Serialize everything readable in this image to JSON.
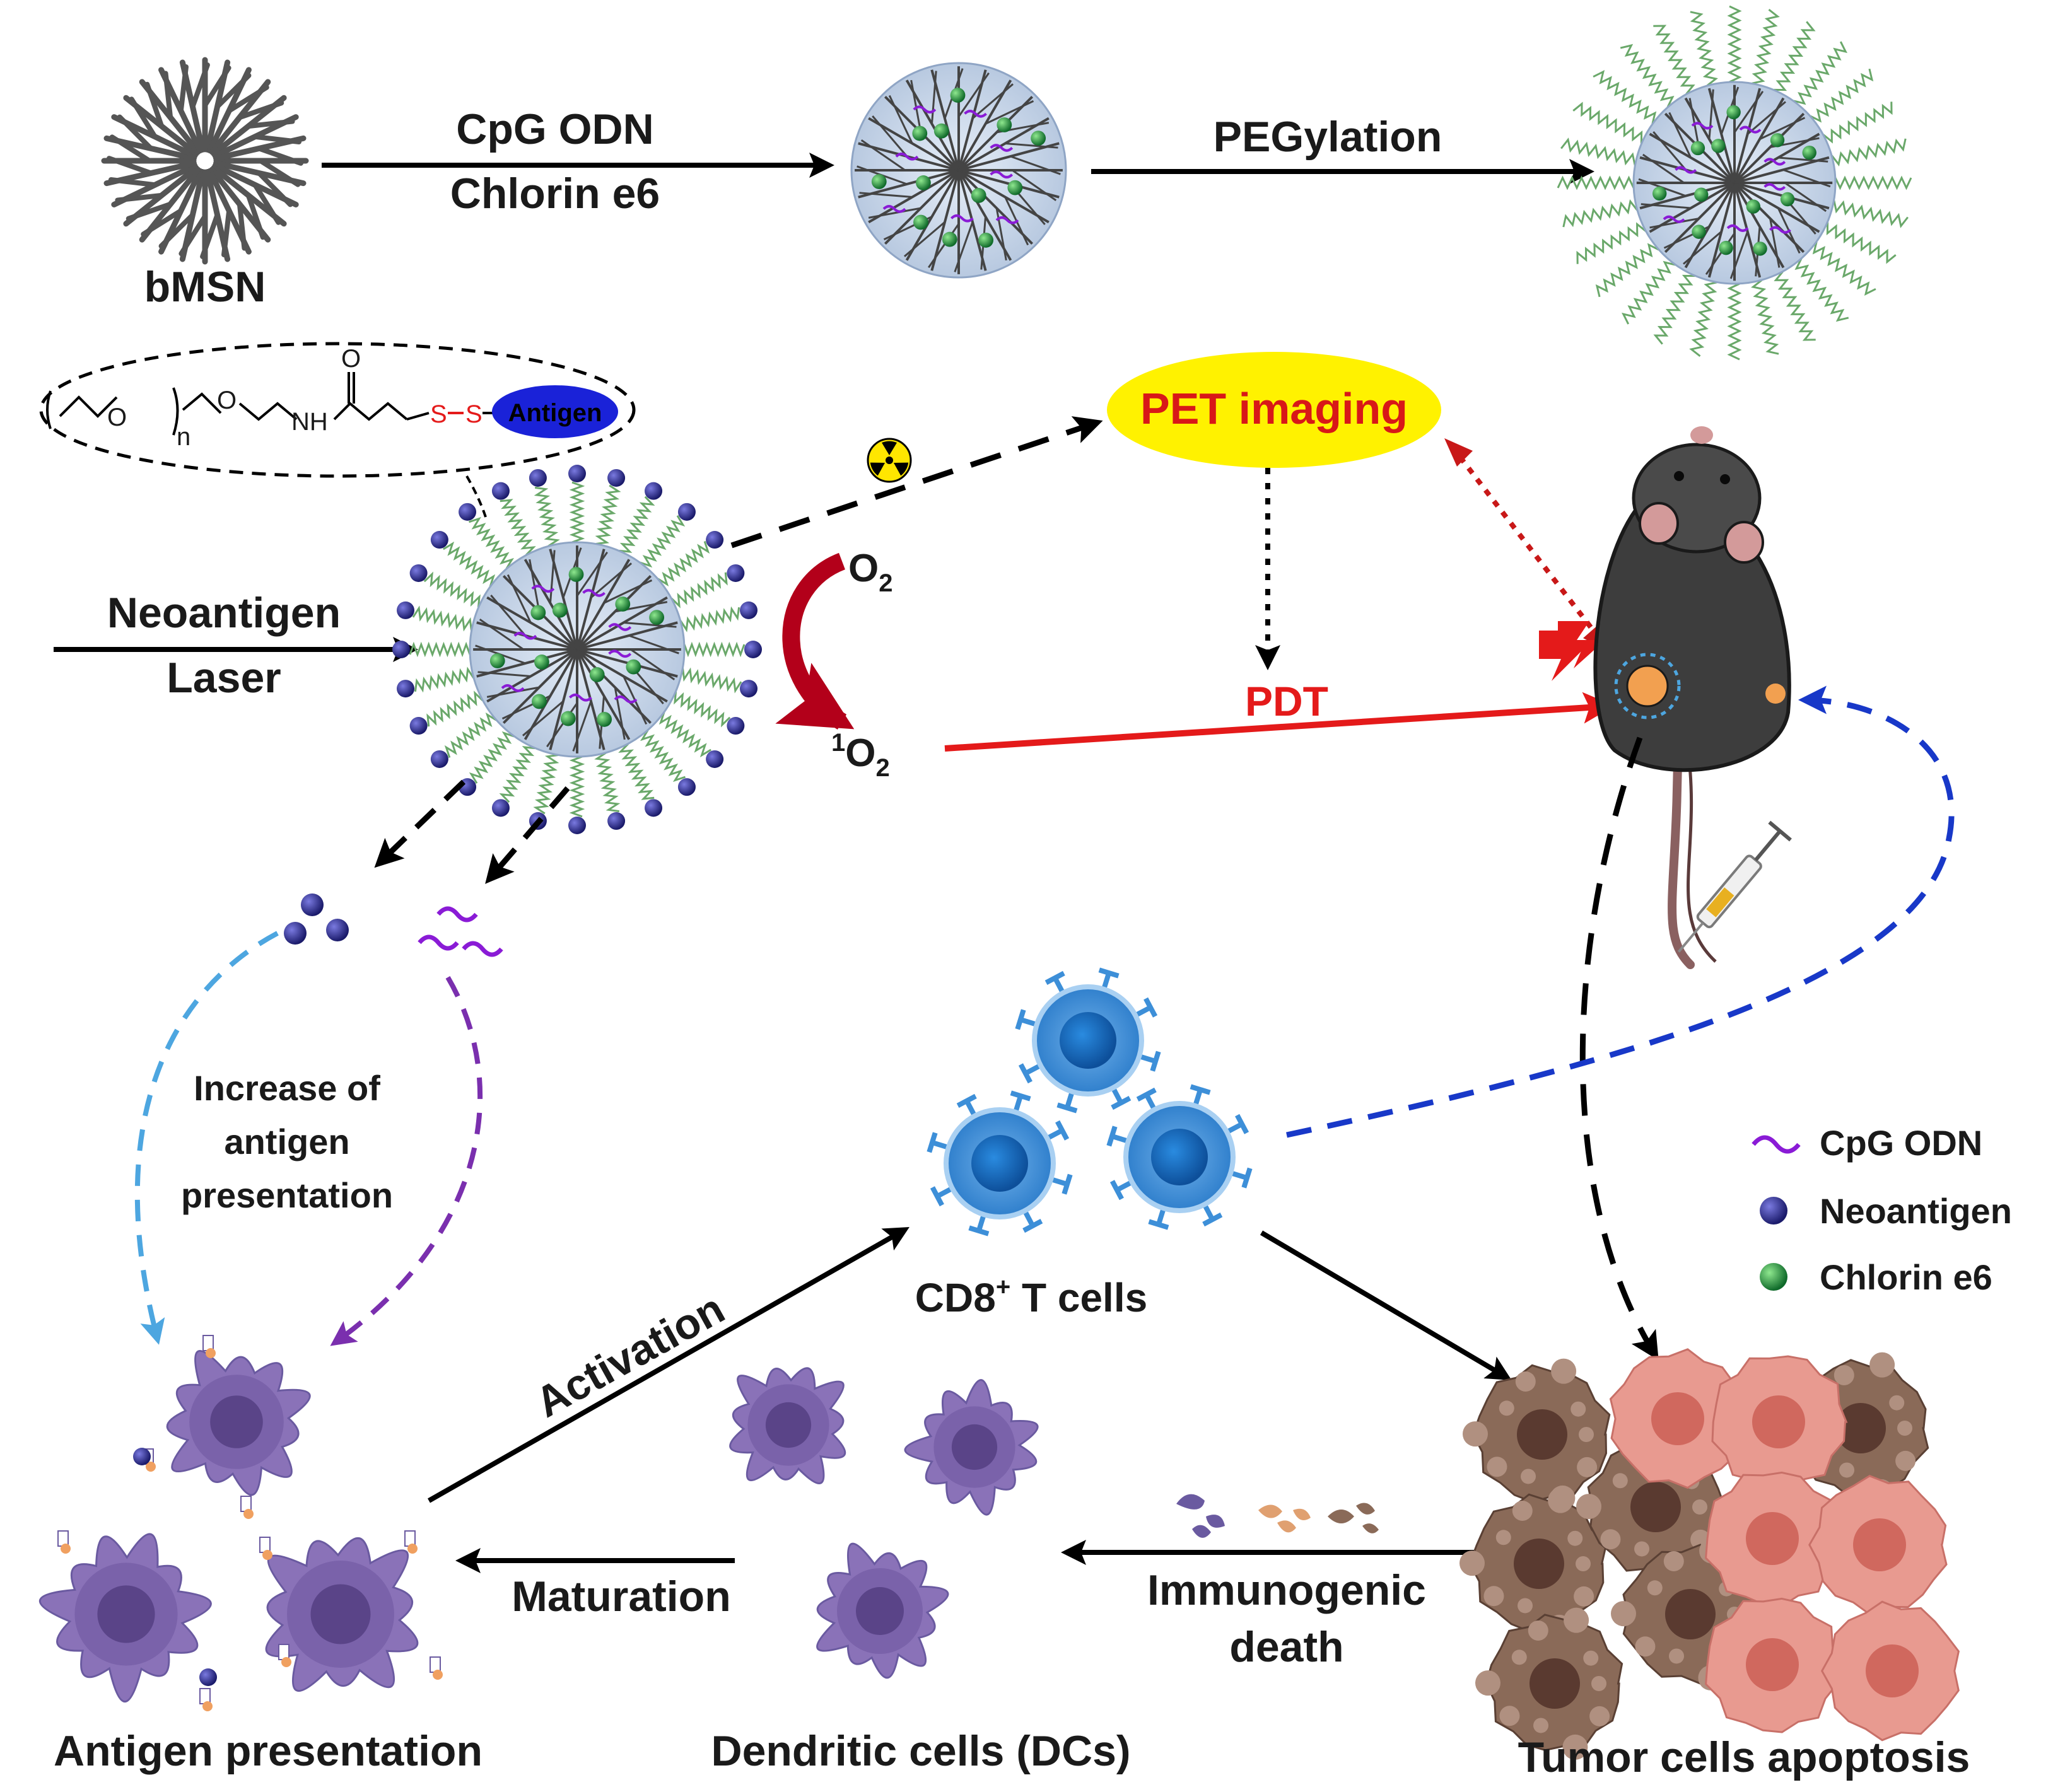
{
  "synthesis": {
    "bmsn_label": "bMSN",
    "step1_line1": "CpG ODN",
    "step1_line2": "Chlorin e6",
    "step2_label": "PEGylation"
  },
  "conjugate": {
    "n_label": "n",
    "o_label": "O",
    "nh_label": "NH",
    "carbonyl_o": "O",
    "s_label": "S",
    "s2_label": "S",
    "antigen_label": "Antigen"
  },
  "loading": {
    "line1": "Neoantigen",
    "line2": "Laser"
  },
  "pdt": {
    "o2_label": "O",
    "o2_sub": "2",
    "singlet_sup": "1",
    "singlet_label": "O",
    "singlet_sub": "2",
    "pdt_label": "PDT",
    "pet_label": "PET imaging"
  },
  "immune": {
    "increase_line1": "Increase of",
    "increase_line2": "antigen",
    "increase_line3": "presentation",
    "cd8_prefix": "CD8",
    "cd8_sup": "+",
    "cd8_suffix": " T cells",
    "activation_label": "Activation",
    "maturation_label": "Maturation",
    "icd_line1": "Immunogenic",
    "icd_line2": "death",
    "antigen_presentation_label": "Antigen presentation",
    "dc_label": "Dendritic cells (DCs)",
    "tumor_label": "Tumor cells apoptosis"
  },
  "legend": {
    "items": [
      {
        "label": "CpG ODN",
        "color": "#8a1bd6"
      },
      {
        "label": "Neoantigen",
        "color": "#2a2a9a"
      },
      {
        "label": "Chlorin e6",
        "color": "#1f9a3a"
      }
    ]
  },
  "colors": {
    "pdt_red": "#e41a1a",
    "pet_yellow": "#fff200",
    "blue_dashed": "#1838c8",
    "light_blue_dashed": "#4da6e0",
    "purple_dashed": "#7a2fae",
    "tcell_blue": "#3d8fd8",
    "dc_purple": "#8a72b8"
  }
}
